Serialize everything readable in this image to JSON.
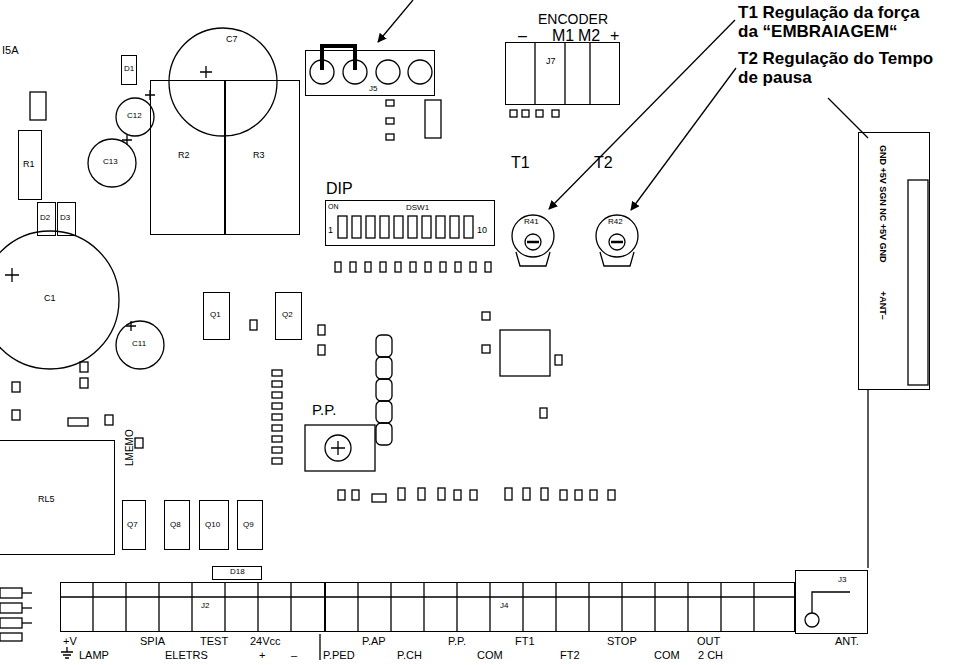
{
  "diagram": {
    "nodes": [
      {
        "text": [
          "J5"
        ]
      },
      {
        "text": [
          "J7"
        ]
      },
      {
        "text": [
          "D1"
        ]
      },
      {
        "text": [
          "C7"
        ]
      },
      {
        "text": [
          "C12"
        ]
      },
      {
        "text": [
          "R1"
        ]
      },
      {
        "text": [
          "R2"
        ]
      },
      {
        "text": [
          "R3"
        ]
      },
      {
        "text": [
          "C13"
        ]
      },
      {
        "text": [
          "D2"
        ]
      },
      {
        "text": [
          "D3"
        ]
      },
      {
        "text": [
          "DSW1"
        ]
      },
      {
        "text": [
          "R41"
        ]
      },
      {
        "text": [
          "R42"
        ]
      },
      {
        "text": [
          "GND +5V SGN NC +5V GND",
          "+ANT–"
        ]
      },
      {
        "text": [
          "C1"
        ]
      },
      {
        "text": [
          "Q1"
        ]
      },
      {
        "text": [
          "Q2"
        ]
      },
      {
        "text": [
          "C11"
        ]
      },
      {
        "text": [
          "RL5"
        ]
      },
      {
        "text": [
          "Q7"
        ]
      },
      {
        "text": [
          "Q8"
        ]
      },
      {
        "text": [
          "Q10"
        ]
      },
      {
        "text": [
          "Q9"
        ]
      },
      {
        "text": [
          "D18"
        ]
      },
      {
        "text": [
          "J2"
        ]
      },
      {
        "text": [
          "J4"
        ]
      },
      {
        "text": [
          "J3"
        ]
      }
    ],
    "labels": [
      "T1 Regulação da força da “EMBRAIAGEM“",
      "T2 Regulação do Tempo de pausa",
      "I5A",
      "ENCODER",
      "–",
      "M1",
      "M2",
      "+",
      "DIP",
      "ON",
      "1",
      "10",
      "T1",
      "T2",
      "P.P.",
      "LMEMO",
      "+V",
      "SPIA",
      "TEST",
      "24Vcc",
      "P.AP",
      "P.P.",
      "FT1",
      "STOP",
      "OUT",
      "ANT.",
      "LAMP",
      "ELETRS",
      "+",
      "–",
      "P.PED",
      "P.CH",
      "COM",
      "FT2",
      "COM",
      "2 CH"
    ]
  }
}
